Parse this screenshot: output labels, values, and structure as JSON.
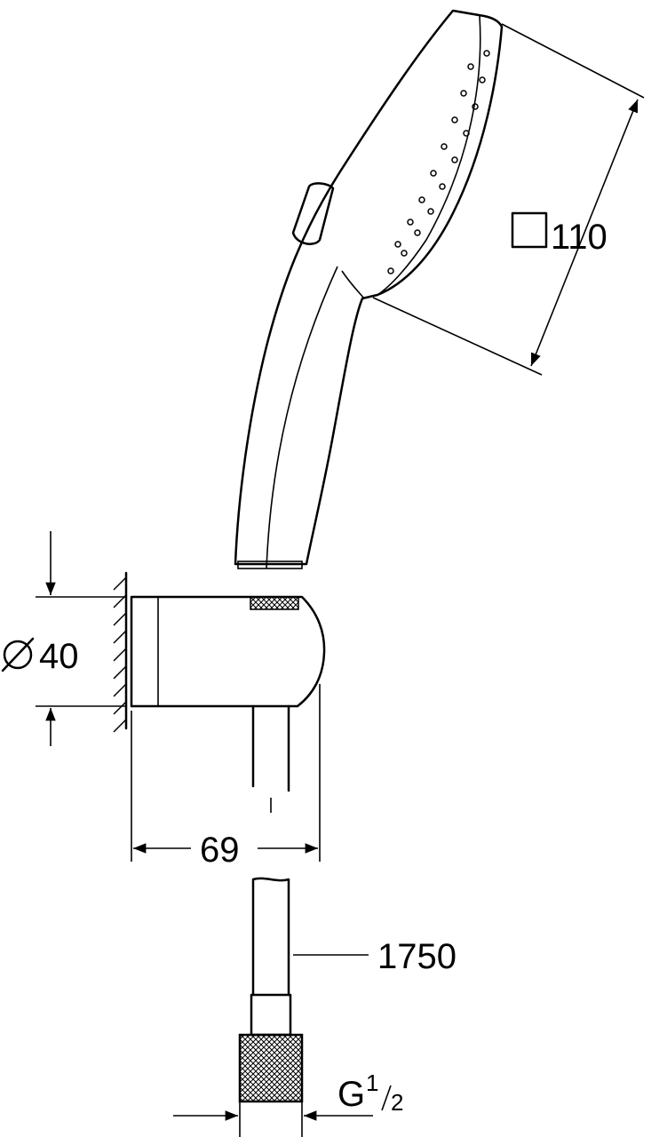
{
  "drawing": {
    "head_size": {
      "symbol": "square",
      "value": "110"
    },
    "holder_diameter": {
      "symbol": "Ø",
      "value": "40"
    },
    "holder_depth": "69",
    "hose_length": "1750",
    "thread": {
      "prefix": "G",
      "numerator": "1",
      "denominator": "2"
    }
  }
}
